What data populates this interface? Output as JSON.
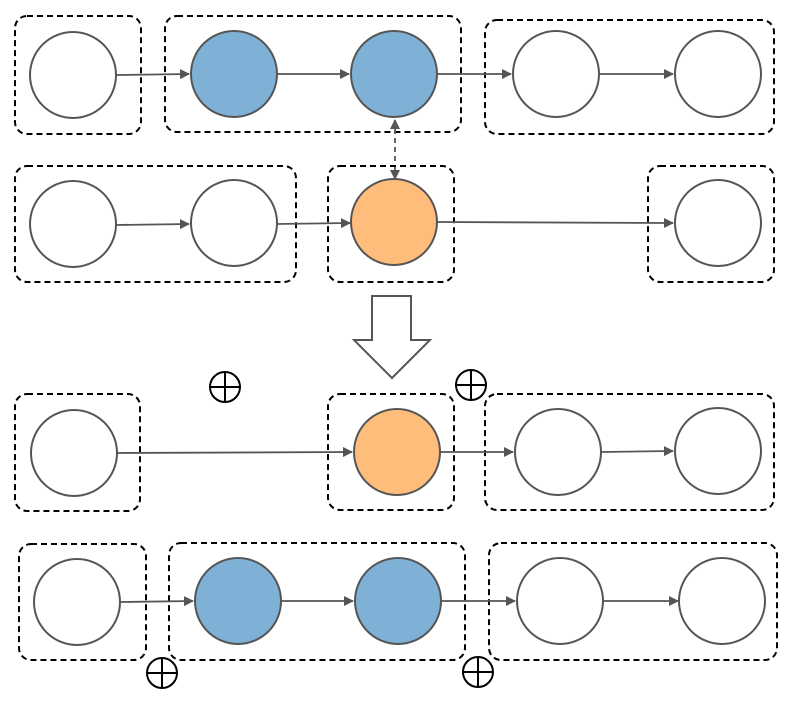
{
  "colors": {
    "blank": "#ffffff",
    "blue": "#7fb0d5",
    "orange": "#ffbd7c",
    "stroke": "#555555",
    "group_border": "#000000"
  },
  "rows": [
    {
      "id": "row-1",
      "nodes": [
        "blank",
        "blue",
        "blue",
        "blank",
        "blank"
      ],
      "edges": [
        [
          0,
          1
        ],
        [
          1,
          2
        ],
        [
          2,
          3
        ],
        [
          3,
          4
        ]
      ],
      "groups": [
        [
          0
        ],
        [
          1,
          2
        ],
        [
          3,
          4
        ]
      ]
    },
    {
      "id": "row-2",
      "nodes": [
        "blank",
        "blank",
        "orange",
        "blank"
      ],
      "edges": [
        [
          0,
          1
        ],
        [
          1,
          2
        ],
        [
          2,
          3
        ]
      ],
      "groups": [
        [
          0,
          1
        ],
        [
          2
        ],
        [
          3
        ]
      ]
    },
    {
      "id": "row-3",
      "nodes": [
        "blank",
        "orange",
        "blank",
        "blank"
      ],
      "edges": [
        [
          0,
          1
        ],
        [
          1,
          2
        ],
        [
          2,
          3
        ]
      ],
      "groups": [
        [
          0
        ],
        [
          1
        ],
        [
          2,
          3
        ]
      ]
    },
    {
      "id": "row-4",
      "nodes": [
        "blank",
        "blue",
        "blue",
        "blank",
        "blank"
      ],
      "edges": [
        [
          0,
          1
        ],
        [
          1,
          2
        ],
        [
          2,
          3
        ],
        [
          3,
          4
        ]
      ],
      "groups": [
        [
          0
        ],
        [
          1,
          2
        ],
        [
          3,
          4
        ]
      ]
    }
  ],
  "cross_links": [
    {
      "from": "row-2.2",
      "to": "row-1.2",
      "style": "dashed",
      "bidirectional": true
    }
  ],
  "transform_arrow": {
    "direction": "down"
  },
  "oplus_symbol": "⊕",
  "oplus_count": 4
}
